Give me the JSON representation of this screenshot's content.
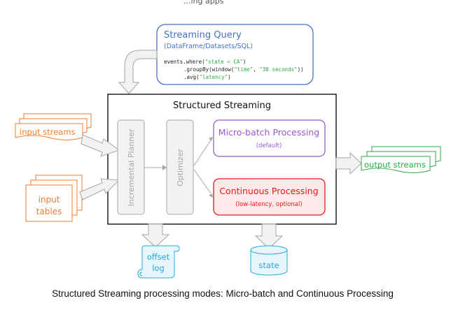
{
  "top_cropped_text": "...ing apps",
  "streaming_query": {
    "title": "Streaming Query",
    "subtitle": "(DataFrame/Datasets/SQL)",
    "code": {
      "l1_prefix": "events.where(",
      "l1_string": "\"state = CA\"",
      "l1_suffix": ")",
      "l2_prefix": ".groupBy(window(",
      "l2_string1": "\"time\"",
      "l2_sep": ", ",
      "l2_string2": "\"30 seconds\"",
      "l2_suffix": "))",
      "l3_prefix": ".avg(",
      "l3_string": "\"latency\"",
      "l3_suffix": ")"
    }
  },
  "engine": {
    "title": "Structured Streaming"
  },
  "inputs": {
    "streams": "input streams",
    "tables_line1": "input",
    "tables_line2": "tables"
  },
  "planner": {
    "label": "Incremental Planner"
  },
  "optimizer": {
    "label": "Optimizer"
  },
  "micro_batch": {
    "title": "Micro-batch Processing",
    "sub": "(default)"
  },
  "continuous": {
    "title": "Continuous Processing",
    "sub": "(low-latency, optional)"
  },
  "outputs": {
    "streams": "output streams"
  },
  "offset_log": {
    "line1": "offset",
    "line2": "log"
  },
  "state": {
    "label": "state"
  },
  "caption": "Structured Streaming processing modes: Micro-batch and Continuous Processing",
  "colors": {
    "blue": "#4472c4",
    "orange": "#ed7d31",
    "purple": "#9b59d0",
    "red": "#e31a1c",
    "red_fill": "#fde9e9",
    "green": "#2eaa4a",
    "cyan": "#29a8d8",
    "gray": "#a6a6a6"
  }
}
